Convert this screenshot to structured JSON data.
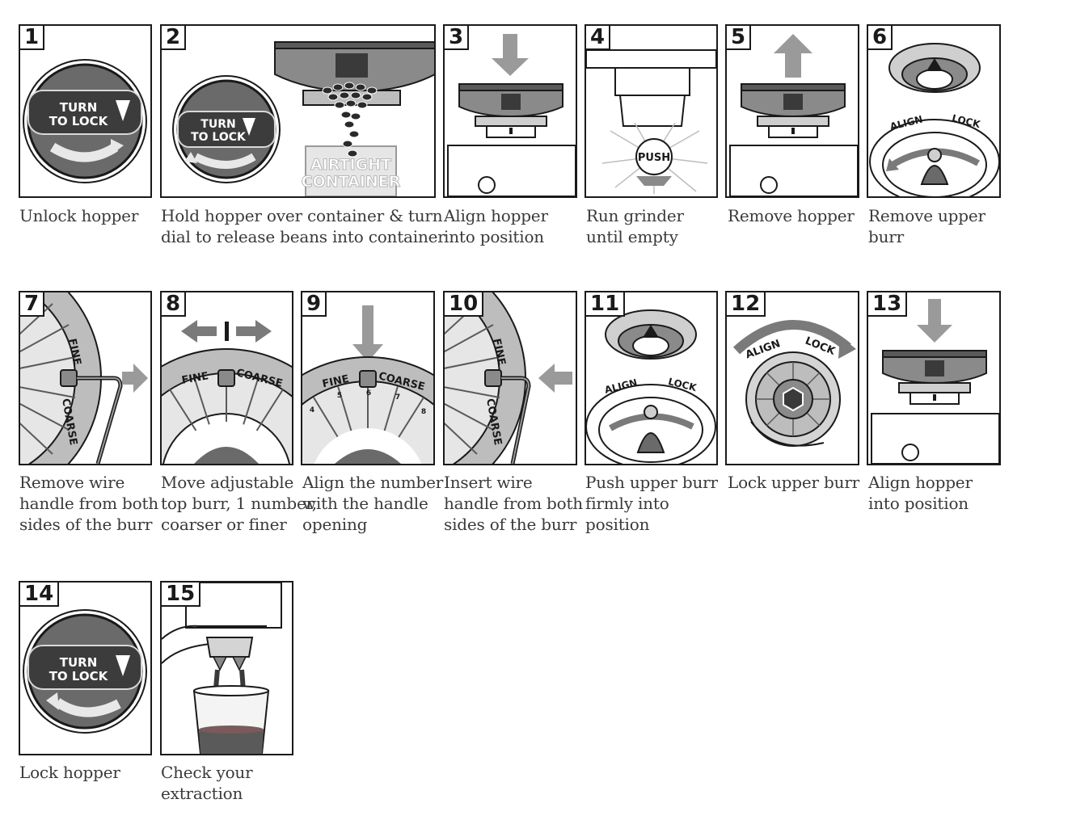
{
  "steps": [
    {
      "num": "1",
      "caption": [
        "Unlock hopper"
      ],
      "dial_text": [
        "TURN",
        "TO LOCK"
      ]
    },
    {
      "num": "2",
      "caption": [
        "Hold hopper over container & turn",
        "dial to release beans into container"
      ],
      "dial_text": [
        "TURN",
        "TO LOCK"
      ],
      "container_text": [
        "AIRTIGHT",
        "CONTAINER"
      ]
    },
    {
      "num": "3",
      "caption": [
        "Align hopper",
        "into position"
      ]
    },
    {
      "num": "4",
      "caption": [
        "Run grinder",
        "until empty"
      ],
      "button_text": "PUSH"
    },
    {
      "num": "5",
      "caption": [
        "Remove hopper"
      ]
    },
    {
      "num": "6",
      "caption": [
        "Remove upper",
        "burr"
      ],
      "ring_text": [
        "ALIGN",
        "LOCK"
      ]
    },
    {
      "num": "7",
      "caption": [
        "Remove wire",
        "handle from both",
        "sides of the burr"
      ],
      "scale_text": [
        "FINE",
        "COARSE"
      ]
    },
    {
      "num": "8",
      "caption": [
        "Move adjustable",
        "top burr, 1 number,",
        "coarser or finer"
      ],
      "scale_text": [
        "FINE",
        "COARSE"
      ]
    },
    {
      "num": "9",
      "caption": [
        "Align the number",
        "with the handle",
        "opening"
      ],
      "scale_text": [
        "FINE",
        "COARSE"
      ],
      "scale_numbers": [
        "4",
        "5",
        "6",
        "7",
        "8"
      ]
    },
    {
      "num": "10",
      "caption": [
        "Insert wire",
        "handle from both",
        "sides of the burr"
      ],
      "scale_text": [
        "FINE",
        "COARSE"
      ]
    },
    {
      "num": "11",
      "caption": [
        "Push upper burr",
        "firmly into",
        "position"
      ],
      "ring_text": [
        "ALIGN",
        "LOCK"
      ]
    },
    {
      "num": "12",
      "caption": [
        "Lock upper burr"
      ],
      "ring_text": [
        "ALIGN",
        "LOCK"
      ]
    },
    {
      "num": "13",
      "caption": [
        "Align hopper",
        "into position"
      ]
    },
    {
      "num": "14",
      "caption": [
        "Lock hopper"
      ],
      "dial_text": [
        "TURN",
        "TO LOCK"
      ]
    },
    {
      "num": "15",
      "caption": [
        "Check your",
        "extraction"
      ]
    }
  ],
  "colors": {
    "ink": "#1a1a1a",
    "grey_dark": "#5a5a5a",
    "grey_mid": "#9a9a9a",
    "grey_light": "#d4d4d4",
    "caption": "#3a3a3a"
  }
}
